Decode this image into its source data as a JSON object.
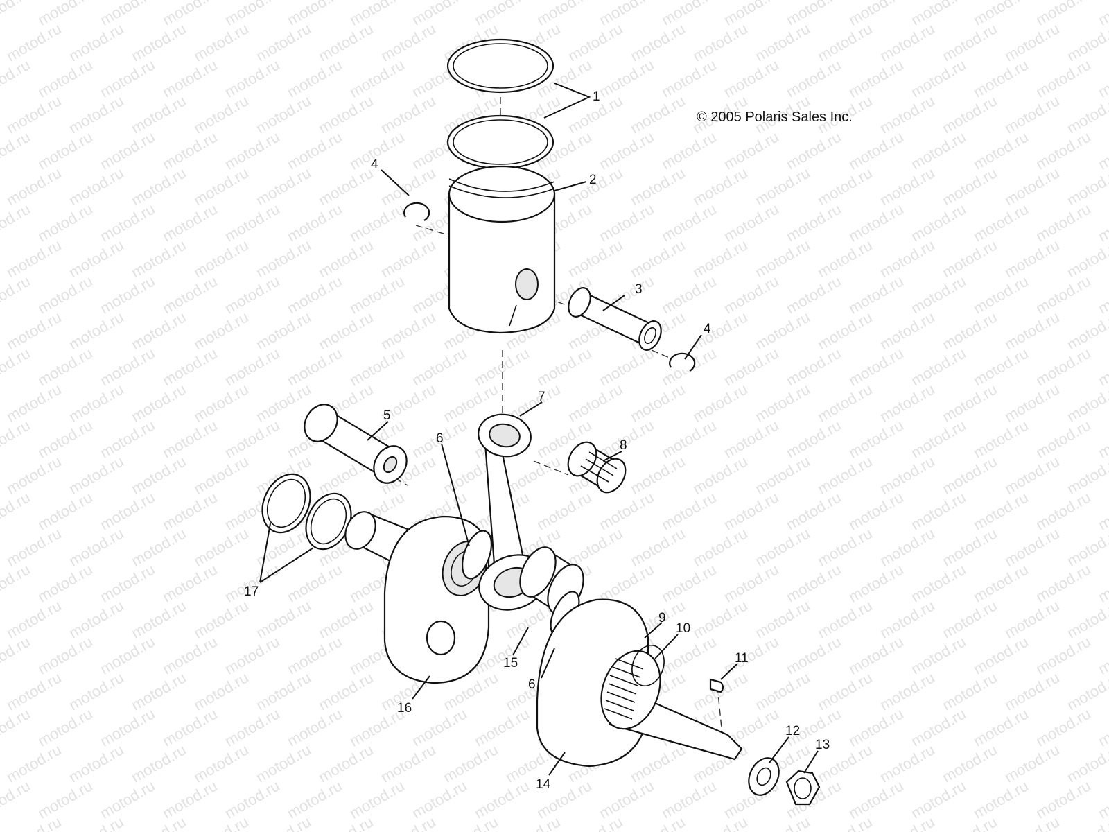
{
  "watermark_text": "motod.ru",
  "copyright": "© 2005 Polaris Sales Inc.",
  "callouts": [
    "1",
    "2",
    "3",
    "4",
    "4",
    "5",
    "6",
    "7",
    "8",
    "9",
    "10",
    "11",
    "12",
    "13",
    "14",
    "15",
    "6",
    "16",
    "17"
  ]
}
